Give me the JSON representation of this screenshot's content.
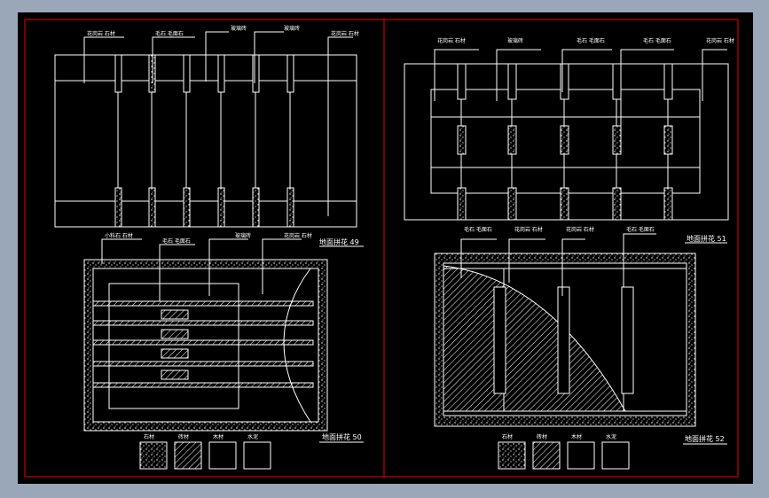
{
  "drawing": {
    "border_color": "#cc0000",
    "line_color": "#ffffff",
    "background": "#000000"
  },
  "panels": {
    "top_left": {
      "callouts": [
        "花岗岩 石材",
        "毛石 毛面石",
        "玻璃砖",
        "玻璃砖",
        "花岗岩 石材"
      ]
    },
    "bottom_left": {
      "title": "地面拼花 49",
      "callouts": [
        "小料石 石材",
        "毛石 毛面石",
        "玻璃砖",
        "花岗岩 石材"
      ]
    },
    "bottom_left_2": {
      "title": "地面拼花 50"
    },
    "top_right": {
      "callouts": [
        "花岗岩 石材",
        "玻璃砖",
        "毛石 毛面石",
        "毛石 毛面石",
        "花岗岩 石材"
      ]
    },
    "bottom_right": {
      "title": "地面拼花 51",
      "callouts": [
        "毛石 毛面石",
        "花岗岩 石材",
        "花岗岩 石材",
        "毛石 毛面石"
      ]
    },
    "bottom_right_2": {
      "title": "地面拼花 52"
    }
  },
  "legend": {
    "labels": [
      "石材",
      "砖材",
      "木材",
      "水泥"
    ]
  }
}
